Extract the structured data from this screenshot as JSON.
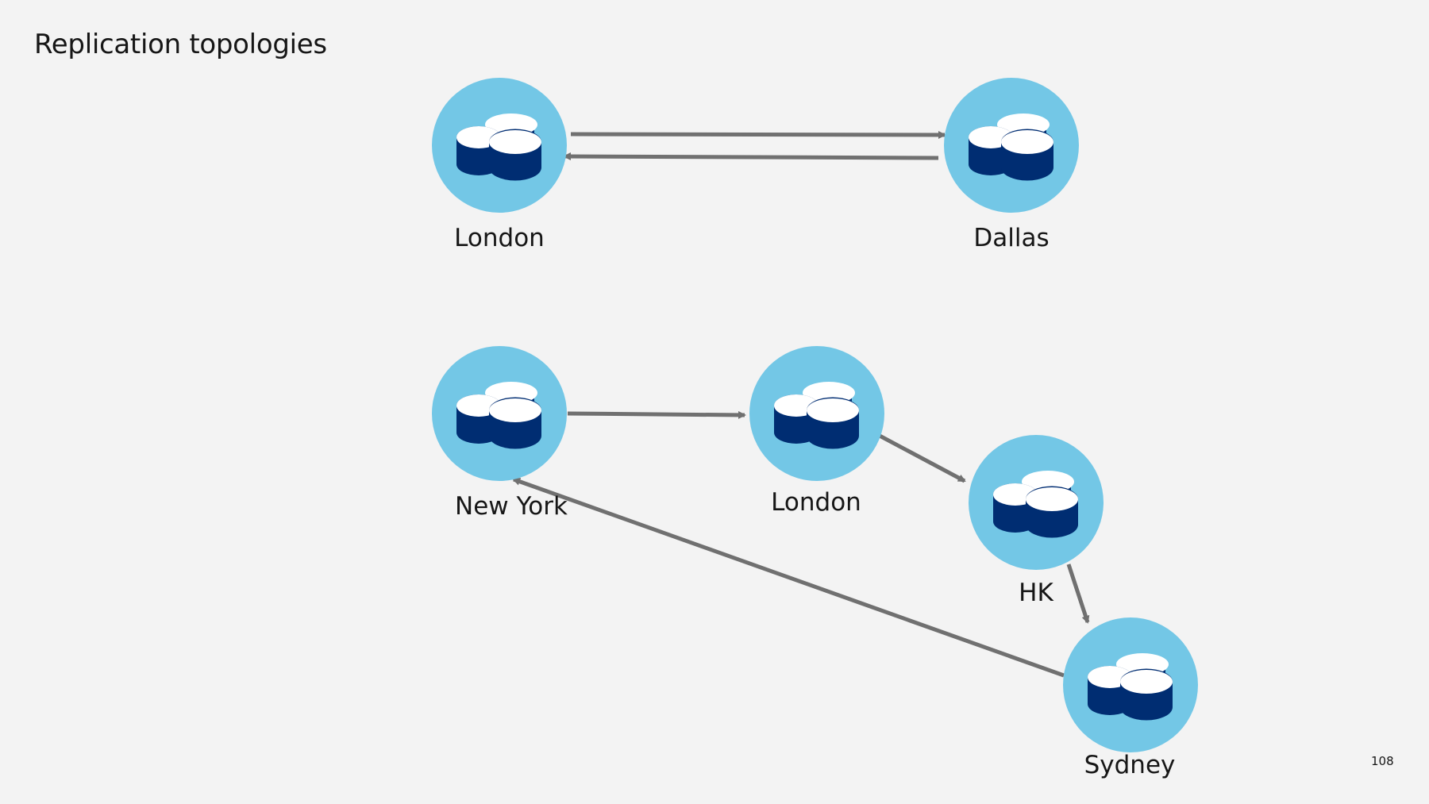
{
  "slide": {
    "title": "Replication topologies",
    "page_number": "108"
  },
  "colors": {
    "node_circle": "#73c7e6",
    "db_top": "#ffffff",
    "db_body": "#002d72",
    "arrow": "#707070"
  },
  "topologies": [
    {
      "name": "bidirectional",
      "nodes": [
        {
          "id": "t1-london",
          "label": "London",
          "icon": "database-icon"
        },
        {
          "id": "t1-dallas",
          "label": "Dallas",
          "icon": "database-icon"
        }
      ],
      "edges": [
        {
          "from": "t1-london",
          "to": "t1-dallas"
        },
        {
          "from": "t1-dallas",
          "to": "t1-london"
        }
      ]
    },
    {
      "name": "ring",
      "nodes": [
        {
          "id": "t2-newyork",
          "label": "New York",
          "icon": "database-icon"
        },
        {
          "id": "t2-london",
          "label": "London",
          "icon": "database-icon"
        },
        {
          "id": "t2-hk",
          "label": "HK",
          "icon": "database-icon"
        },
        {
          "id": "t2-sydney",
          "label": "Sydney",
          "icon": "database-icon"
        }
      ],
      "edges": [
        {
          "from": "t2-newyork",
          "to": "t2-london"
        },
        {
          "from": "t2-london",
          "to": "t2-hk"
        },
        {
          "from": "t2-hk",
          "to": "t2-sydney"
        },
        {
          "from": "t2-sydney",
          "to": "t2-newyork"
        }
      ]
    }
  ]
}
